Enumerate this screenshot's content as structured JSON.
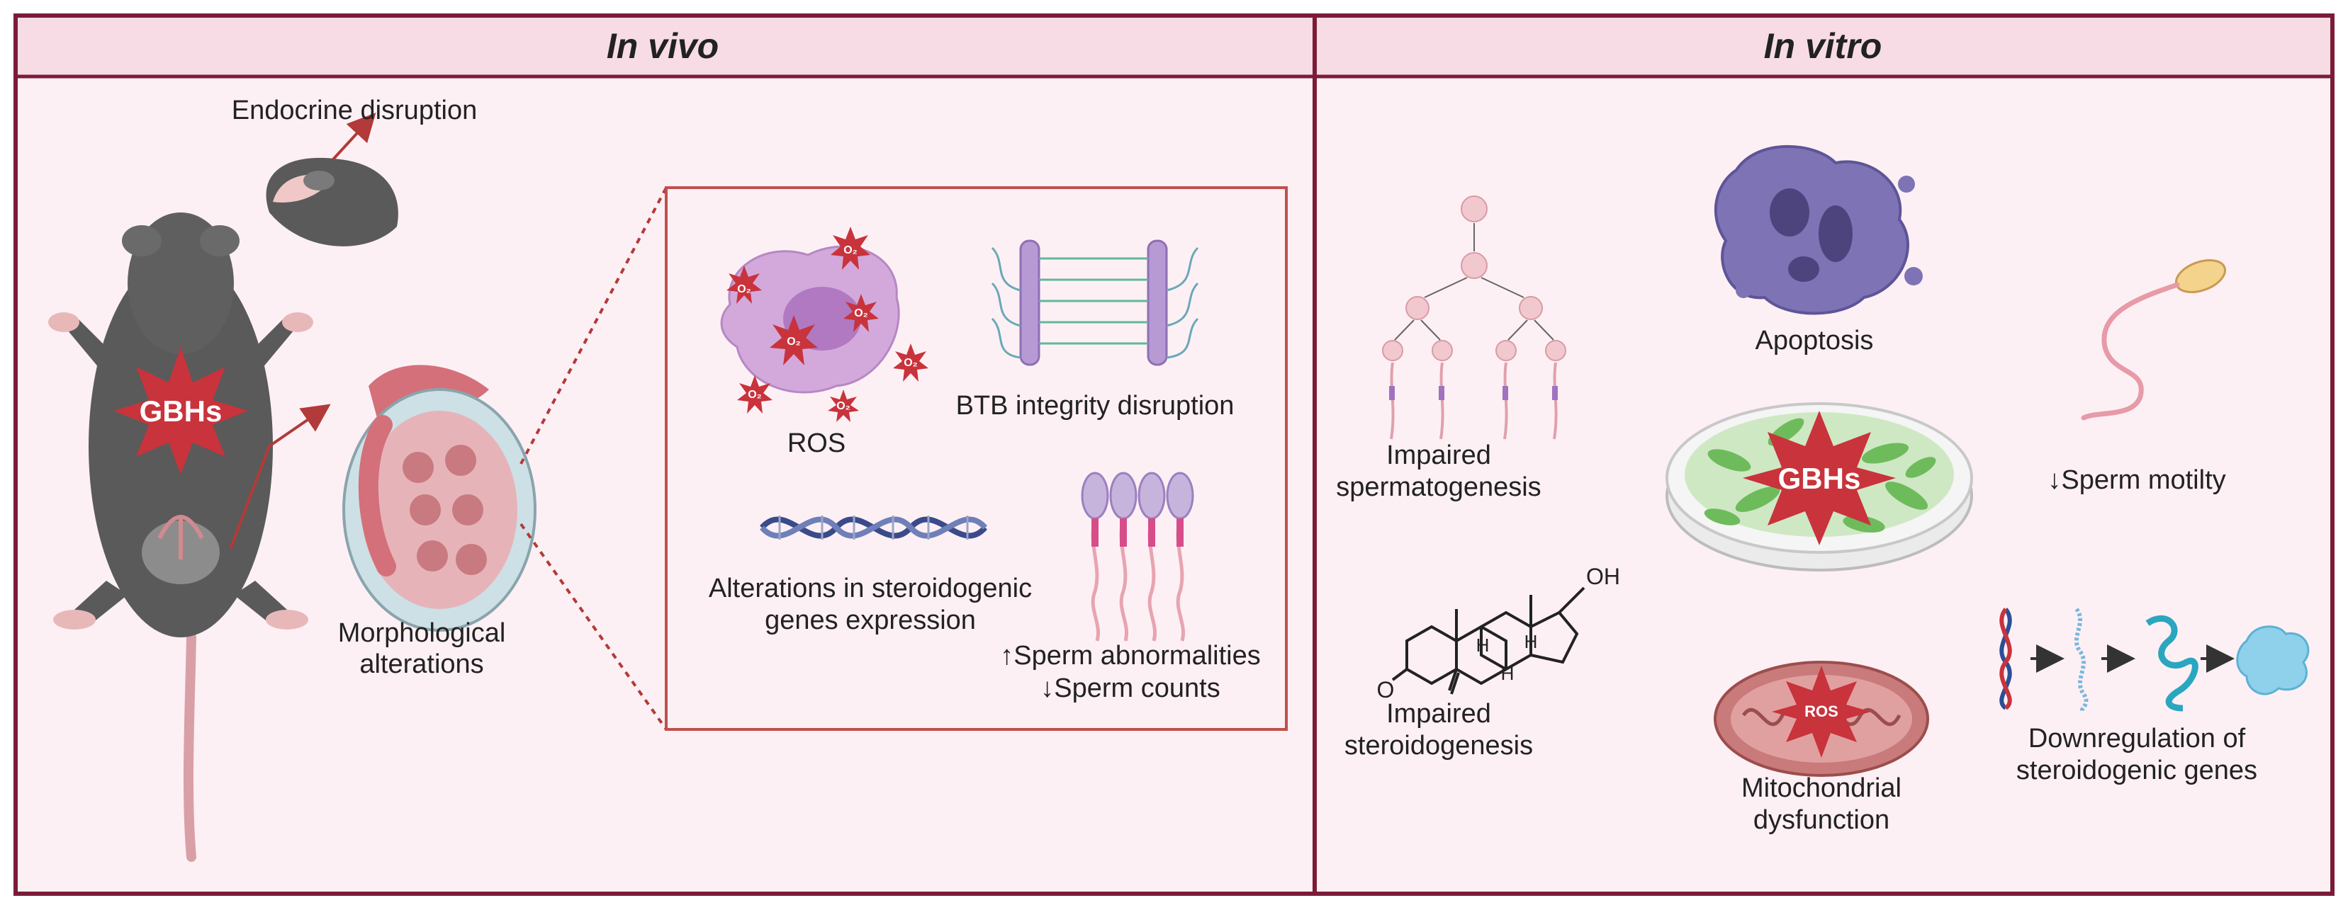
{
  "panels": {
    "left_title": "In vivo",
    "right_title": "In vitro"
  },
  "in_vivo": {
    "mouse_badge": "GBHs",
    "endocrine": "Endocrine disruption",
    "morph_1": "Morphological",
    "morph_2": "alterations",
    "ros": "ROS",
    "ros_o2": "O₂",
    "btb": "BTB integrity disruption",
    "steroid_1": "Alterations in steroidogenic",
    "steroid_2": "genes expression",
    "sperm_abn": "↑Sperm abnormalities",
    "sperm_counts": "↓Sperm counts"
  },
  "in_vitro": {
    "spermato_1": "Impaired",
    "spermato_2": "spermatogenesis",
    "apoptosis": "Apoptosis",
    "dish_badge": "GBHs",
    "motility": "↓Sperm motilty",
    "steroido_1": "Impaired",
    "steroido_2": "steroidogenesis",
    "steroid_oh": "OH",
    "steroid_o": "O",
    "steroid_h": "H",
    "mito_badge": "ROS",
    "mito_1": "Mitochondrial",
    "mito_2": "dysfunction",
    "downreg_1": "Downregulation of",
    "downreg_2": "steroidogenic genes"
  },
  "colors": {
    "frame": "#7a1c38",
    "panel_bg": "#fdf0f4",
    "header_bg": "#f7dce6",
    "badge_red": "#c8333c",
    "connector": "#b23a3a"
  }
}
